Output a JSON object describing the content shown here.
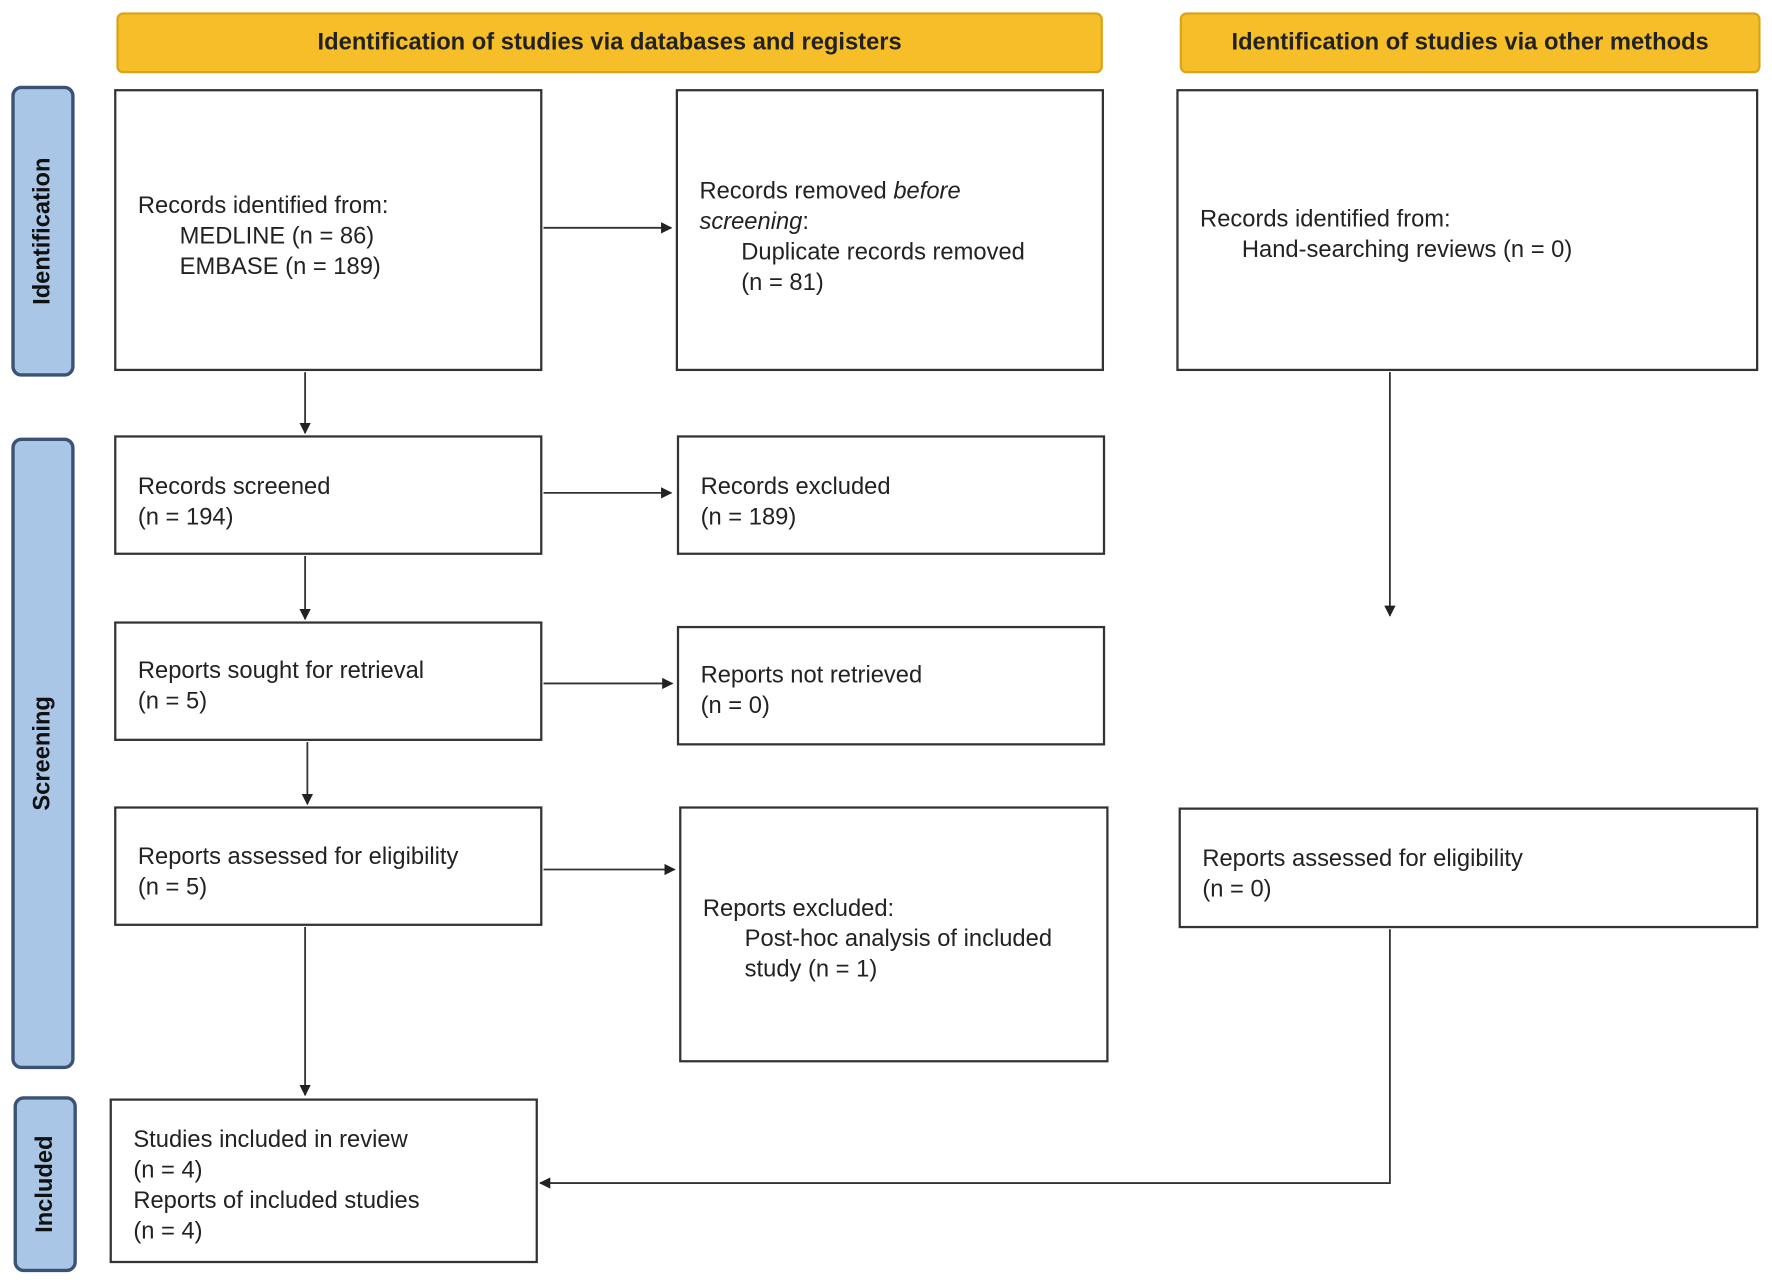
{
  "headers": {
    "databases": "Identification of studies via databases and registers",
    "other": "Identification of studies via other methods"
  },
  "phases": {
    "identification": "Identification",
    "screening": "Screening",
    "included": "Included"
  },
  "boxes": {
    "records_identified": {
      "title": "Records identified from:",
      "line1": "MEDLINE (n = 86)",
      "line2": "EMBASE (n = 189)"
    },
    "records_removed": {
      "title_plain": "Records removed ",
      "title_italic1": "before",
      "title_italic2": "screening",
      "title_colon": ":",
      "line1": "Duplicate records removed",
      "line2": "(n = 81)"
    },
    "other_identified": {
      "title": "Records identified from:",
      "line1": "Hand-searching reviews (n = 0)"
    },
    "records_screened": {
      "title": "Records screened",
      "n": "(n = 194)"
    },
    "records_excluded": {
      "title": "Records excluded",
      "n": "(n = 189)"
    },
    "reports_sought": {
      "title": "Reports sought for retrieval",
      "n": "(n = 5)"
    },
    "reports_not_retrieved": {
      "title": "Reports not retrieved",
      "n": "(n = 0)"
    },
    "reports_assessed": {
      "title": "Reports assessed for eligibility",
      "n": "(n = 5)"
    },
    "reports_excluded": {
      "title": "Reports excluded:",
      "line1": "Post-hoc analysis of included",
      "line2": "study (n = 1)"
    },
    "other_assessed": {
      "title": "Reports assessed for eligibility",
      "n": "(n = 0)"
    },
    "included": {
      "line1": "Studies included in review",
      "line2": "(n = 4)",
      "line3": "Reports of included studies",
      "line4": "(n = 4)"
    }
  }
}
